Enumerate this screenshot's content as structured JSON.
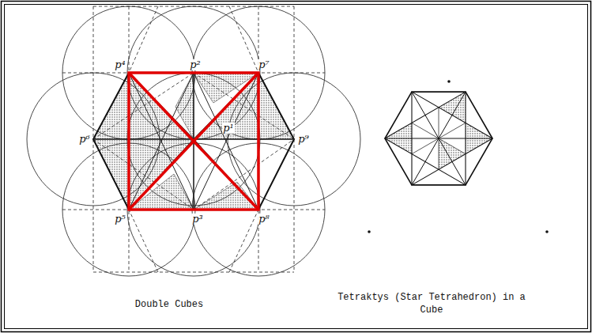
{
  "diagram": {
    "labels": [
      "p⁴",
      "p²",
      "p⁷",
      "p⁶",
      "p¹",
      "p⁹",
      "p⁵",
      "p³",
      "p⁸",
      "Double Cubes",
      "Tetraktys (Star Tetrahedron) in a Cube"
    ]
  }
}
